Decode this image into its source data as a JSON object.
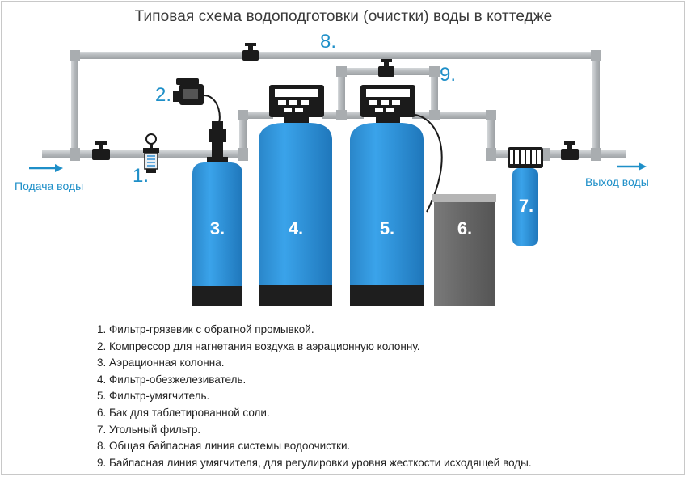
{
  "title": "Типовая схема водоподготовки (очистки) воды в коттедже",
  "io": {
    "inlet": "Подача воды",
    "outlet": "Выход воды"
  },
  "labels": {
    "n1": "1.",
    "n2": "2.",
    "n3": "3.",
    "n4": "4.",
    "n5": "5.",
    "n6": "6.",
    "n7": "7.",
    "n8": "8.",
    "n9": "9."
  },
  "legend": [
    "1. Фильтр-грязевик с обратной промывкой.",
    "2. Компрессор для нагнетания воздуха в аэрационную колонну.",
    "3. Аэрационная колонна.",
    "4. Фильтр-обезжелезиватель.",
    "5. Фильтр-умягчитель.",
    "6. Бак для таблетированной соли.",
    "7. Угольный фильтр.",
    "8. Общая байпасная линия системы водоочистки.",
    "9. Байпасная линия умягчителя, для регулировки уровня жесткости исходящей воды."
  ],
  "colors": {
    "accent": "#1e8fc8",
    "tank_blue": "#2f8fd2",
    "tank_base": "#1e1e1e",
    "pipe": "#b9bdc0",
    "salt_tank": "#6c6c6c",
    "title_text": "#3a3a3a"
  }
}
